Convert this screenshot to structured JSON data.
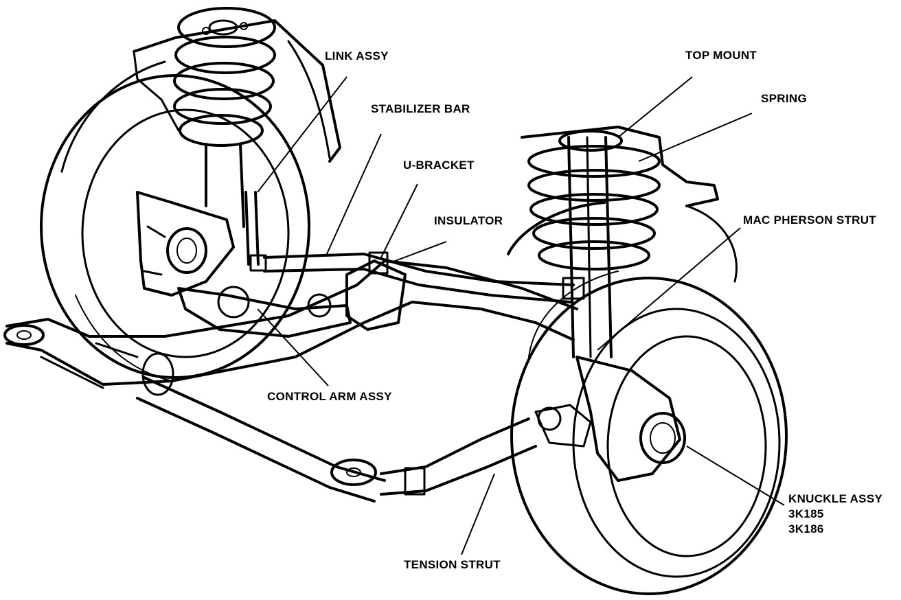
{
  "labels": {
    "link_assy": "LINK ASSY",
    "stabilizer_bar": "STABILIZER BAR",
    "u_bracket": "U-BRACKET",
    "insulator": "INSULATOR",
    "top_mount": "TOP MOUNT",
    "spring": "SPRING",
    "mac_pherson_strut": "MAC PHERSON STRUT",
    "control_arm_assy": "CONTROL ARM ASSY",
    "tension_strut": "TENSION STRUT",
    "knuckle_assy": "KNUCKLE ASSY",
    "knuckle_part_1": "3K185",
    "knuckle_part_2": "3K186"
  },
  "colors": {
    "ink": "#000000",
    "background": "#ffffff"
  }
}
